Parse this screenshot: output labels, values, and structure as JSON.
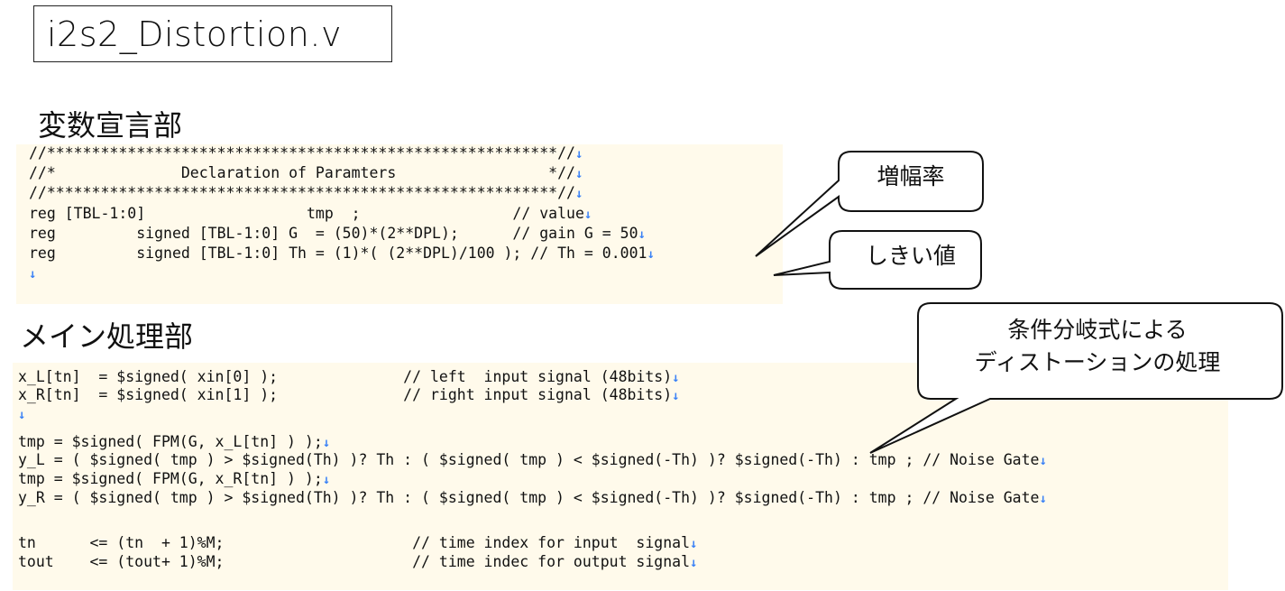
{
  "title": "i2s2_Distortion.v",
  "sections": {
    "declaration_heading": "変数宣言部",
    "main_heading": "メイン処理部"
  },
  "declaration_code": [
    "//*********************************************************//",
    "//*              Declaration of Paramters                 *//",
    "//*********************************************************//",
    "reg [TBL-1:0]                  tmp  ;                 // value",
    "reg         signed [TBL-1:0] G  = (50)*(2**DPL);      // gain G = 50",
    "reg         signed [TBL-1:0] Th = (1)*( (2**DPL)/100 ); // Th = 0.001",
    ""
  ],
  "main_code": [
    "x_L[tn]  = $signed( xin[0] );              // left  input signal (48bits)",
    "x_R[tn]  = $signed( xin[1] );              // right input signal (48bits)",
    "",
    "tmp = $signed( FPM(G, x_L[tn] ) );",
    "y_L = ( $signed( tmp ) > $signed(Th) )? Th : ( $signed( tmp ) < $signed(-Th) )? $signed(-Th) : tmp ; // Noise Gate",
    "tmp = $signed( FPM(G, x_R[tn] ) );",
    "y_R = ( $signed( tmp ) > $signed(Th) )? Th : ( $signed( tmp ) < $signed(-Th) )? $signed(-Th) : tmp ; // Noise Gate",
    "",
    "tn      <= (tn  + 1)%M;                     // time index for input  signal",
    "tout    <= (tout+ 1)%M;                     // time indec for output signal"
  ],
  "main_code_newline_marks": [
    true,
    true,
    true,
    true,
    true,
    true,
    true,
    false,
    true,
    true
  ],
  "declaration_code_newline_marks": [
    true,
    true,
    true,
    true,
    true,
    true,
    true
  ],
  "newline_mark": "↓",
  "callouts": {
    "gain": "増幅率",
    "threshold": "しきい値",
    "conditional_line1": "条件分岐式による",
    "conditional_line2": "ディストーションの処理"
  },
  "colors": {
    "code_background": "#fffaeb",
    "newline_mark": "#3b82f6",
    "text": "#111111"
  }
}
